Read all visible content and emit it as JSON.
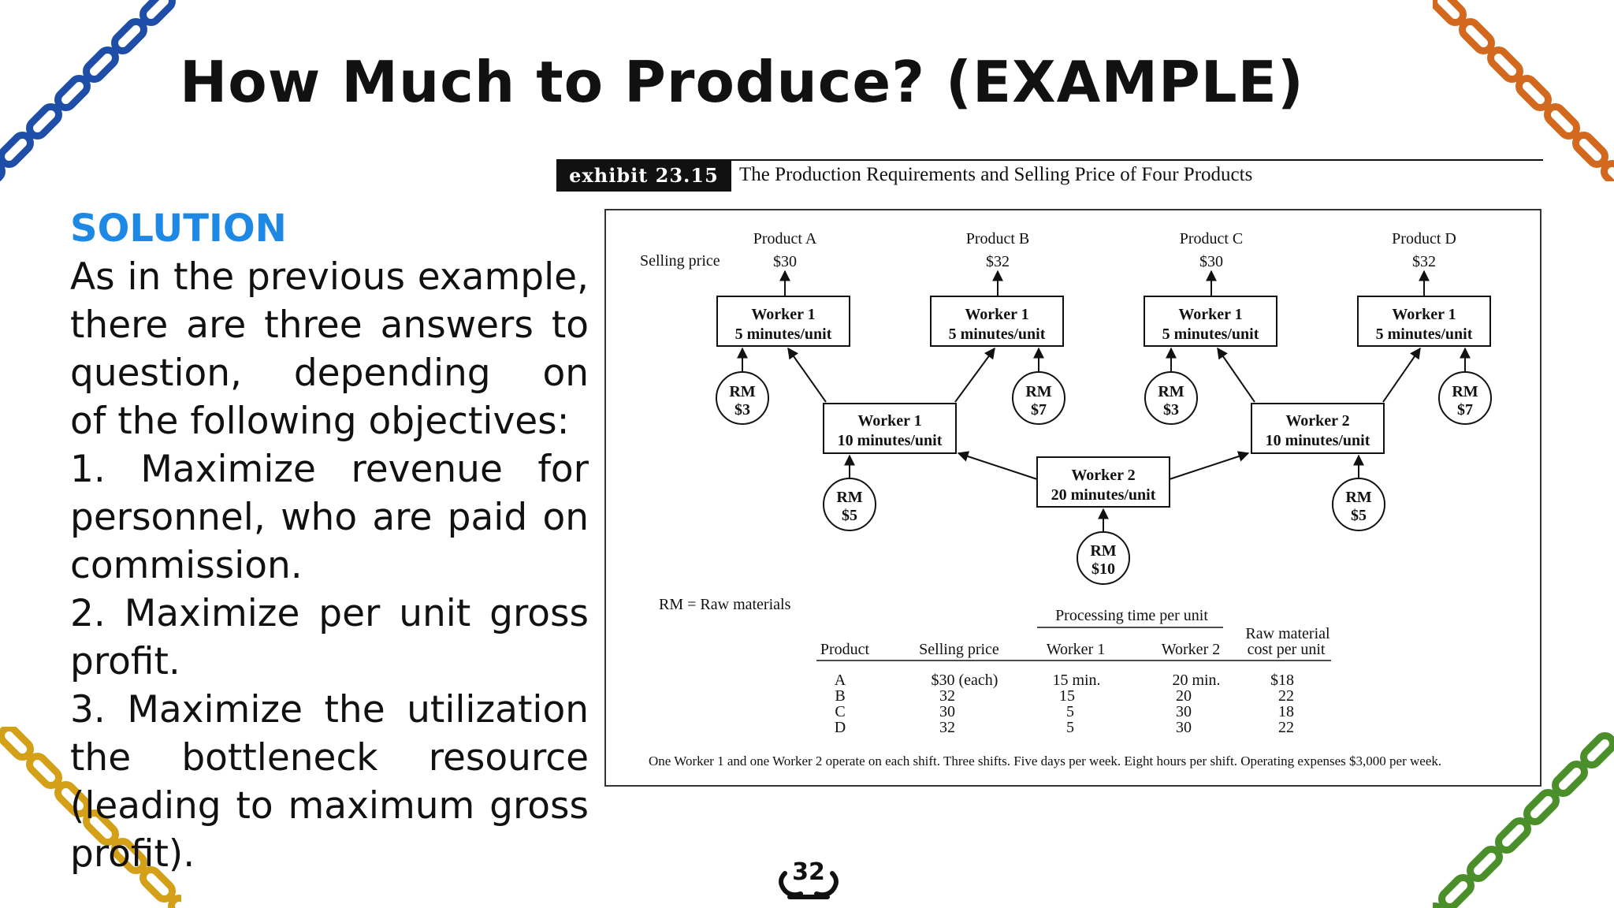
{
  "slide": {
    "title": "How Much to Produce? (EXAMPLE)",
    "page_number": "32"
  },
  "solution": {
    "label": "SOLUTION",
    "lines": [
      "As in the previous example,",
      "there are three answers to",
      "question,   depending   on",
      "of the following objectives:",
      "1.  Maximize  revenue  for",
      "personnel, who are paid on",
      "commission.",
      "2. Maximize per unit gross",
      "profit.",
      "3. Maximize the utilization",
      "the     bottleneck     resource",
      "(leading to maximum gross",
      "profit)."
    ]
  },
  "exhibit": {
    "tag": "exhibit 23.15",
    "title": "The Production Requirements and Selling Price of Four Products"
  },
  "diagram": {
    "selling_price_label": "Selling price",
    "products": [
      {
        "name": "Product A",
        "price": "$30"
      },
      {
        "name": "Product B",
        "price": "$32"
      },
      {
        "name": "Product C",
        "price": "$30"
      },
      {
        "name": "Product D",
        "price": "$32"
      }
    ],
    "final_workers": [
      {
        "line1": "Worker 1",
        "line2": "5 minutes/unit"
      },
      {
        "line1": "Worker 1",
        "line2": "5 minutes/unit"
      },
      {
        "line1": "Worker 1",
        "line2": "5 minutes/unit"
      },
      {
        "line1": "Worker 1",
        "line2": "5 minutes/unit"
      }
    ],
    "mid_worker_left": {
      "line1": "Worker 1",
      "line2": "10 minutes/unit"
    },
    "mid_worker_right": {
      "line1": "Worker 2",
      "line2": "10 minutes/unit"
    },
    "center_worker": {
      "line1": "Worker 2",
      "line2": "20 minutes/unit"
    },
    "raw_materials": [
      {
        "line1": "RM",
        "line2": "$3"
      },
      {
        "line1": "RM",
        "line2": "$7"
      },
      {
        "line1": "RM",
        "line2": "$3"
      },
      {
        "line1": "RM",
        "line2": "$7"
      },
      {
        "line1": "RM",
        "line2": "$5"
      },
      {
        "line1": "RM",
        "line2": "$5"
      },
      {
        "line1": "RM",
        "line2": "$10"
      }
    ],
    "legend": "RM = Raw materials"
  },
  "table": {
    "group_header": "Processing time per unit",
    "raw_header_line1": "Raw material",
    "raw_header_line2": "cost per unit",
    "headers": [
      "Product",
      "Selling price",
      "Worker 1",
      "Worker 2"
    ],
    "rows": [
      [
        "A",
        "$30 (each)",
        "15 min.",
        "20 min.",
        "$18"
      ],
      [
        "B",
        "32",
        "15",
        "20",
        "22"
      ],
      [
        "C",
        "30",
        "5",
        "30",
        "18"
      ],
      [
        "D",
        "32",
        "5",
        "30",
        "22"
      ]
    ],
    "footnote": "One Worker 1 and one Worker 2 operate on each shift. Three shifts. Five days per week. Eight hours per shift. Operating expenses $3,000 per week."
  },
  "colors": {
    "solution_label": "#1e88e5",
    "chain_top_left": "#1f4ea8",
    "chain_top_right": "#d2691e",
    "chain_bottom_left": "#d4a017",
    "chain_bottom_right": "#4a8f2a"
  }
}
